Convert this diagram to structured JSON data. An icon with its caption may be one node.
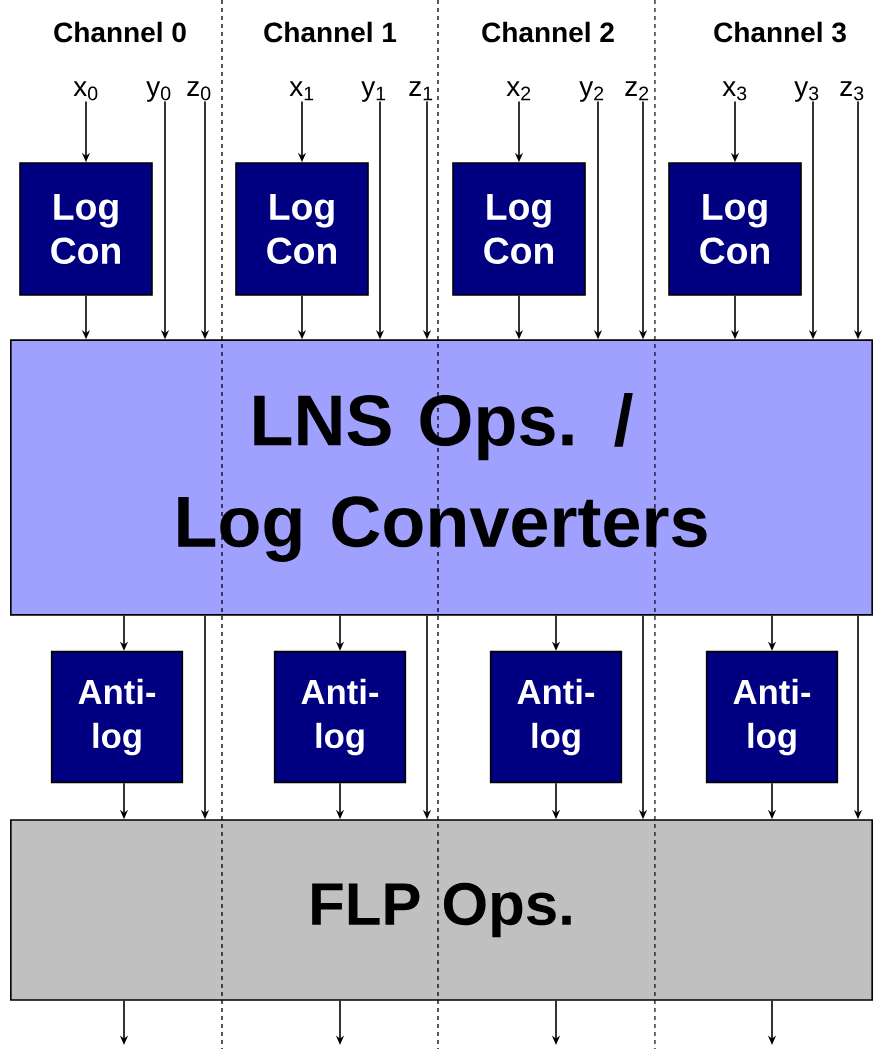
{
  "diagram": {
    "nodes": [
      {
        "text": [
          "x$_{0}$"
        ]
      },
      {
        "text": [
          "y$_{0}$"
        ]
      },
      {
        "text": [
          "z$_{0}$"
        ]
      },
      {
        "text": [
          "x$_{1}$"
        ]
      },
      {
        "text": [
          "y$_{1}$"
        ]
      },
      {
        "text": [
          "z$_{1}$"
        ]
      },
      {
        "text": [
          "x$_{2}$"
        ]
      },
      {
        "text": [
          "y$_{2}$"
        ]
      },
      {
        "text": [
          "z$_{2}$"
        ]
      },
      {
        "text": [
          "x$_{3}$"
        ]
      },
      {
        "text": [
          "y$_{3}$"
        ]
      },
      {
        "text": [
          "z$_{3}$"
        ]
      },
      {
        "text": [
          "Log Con"
        ]
      },
      {
        "text": [
          "Log Con"
        ]
      },
      {
        "text": [
          "Log Con"
        ]
      },
      {
        "text": [
          "Log Con"
        ]
      },
      {
        "text": [
          "LNS Ops. / Log Converters"
        ]
      },
      {
        "text": [
          "Anti- log"
        ]
      },
      {
        "text": [
          "Anti- log"
        ]
      },
      {
        "text": [
          "Anti- log"
        ]
      },
      {
        "text": [
          "Anti- log"
        ]
      },
      {
        "text": [
          "FLP Ops."
        ]
      }
    ],
    "edges": [
      {
        "from": 0,
        "to": 12,
        "arrow": "to"
      },
      {
        "from": 12,
        "to": 16,
        "arrow": "to"
      },
      {
        "from": 1,
        "to": 16,
        "arrow": "to"
      },
      {
        "from": 2,
        "to": 16,
        "arrow": "to"
      },
      {
        "from": 16,
        "to": 17,
        "arrow": "to"
      },
      {
        "from": 17,
        "to": 21,
        "arrow": "to"
      },
      {
        "from": 16,
        "to": 21,
        "arrow": "to"
      },
      {
        "from": 21,
        "to": null,
        "arrow": "to"
      },
      {
        "from": 3,
        "to": 13,
        "arrow": "to"
      },
      {
        "from": 13,
        "to": 16,
        "arrow": "to"
      },
      {
        "from": 4,
        "to": 16,
        "arrow": "to"
      },
      {
        "from": 5,
        "to": 16,
        "arrow": "to"
      },
      {
        "from": 16,
        "to": 18,
        "arrow": "to"
      },
      {
        "from": 18,
        "to": 21,
        "arrow": "to"
      },
      {
        "from": 16,
        "to": 21,
        "arrow": "to"
      },
      {
        "from": 21,
        "to": null,
        "arrow": "to"
      },
      {
        "from": 6,
        "to": 14,
        "arrow": "to"
      },
      {
        "from": 14,
        "to": 16,
        "arrow": "to"
      },
      {
        "from": 7,
        "to": 16,
        "arrow": "to"
      },
      {
        "from": 8,
        "to": 16,
        "arrow": "to"
      },
      {
        "from": 16,
        "to": 19,
        "arrow": "to"
      },
      {
        "from": 19,
        "to": 21,
        "arrow": "to"
      },
      {
        "from": 16,
        "to": 21,
        "arrow": "to"
      },
      {
        "from": 21,
        "to": null,
        "arrow": "to"
      },
      {
        "from": 9,
        "to": 15,
        "arrow": "to"
      },
      {
        "from": 15,
        "to": 16,
        "arrow": "to"
      },
      {
        "from": 10,
        "to": 16,
        "arrow": "to"
      },
      {
        "from": 11,
        "to": 16,
        "arrow": "to"
      },
      {
        "from": 16,
        "to": 20,
        "arrow": "to"
      },
      {
        "from": 20,
        "to": 21,
        "arrow": "to"
      },
      {
        "from": 16,
        "to": 21,
        "arrow": "to"
      },
      {
        "from": 21,
        "to": null,
        "arrow": "to"
      }
    ],
    "labels": [
      "Channel 0",
      "Channel 1",
      "Channel 2",
      "Channel 3"
    ]
  }
}
